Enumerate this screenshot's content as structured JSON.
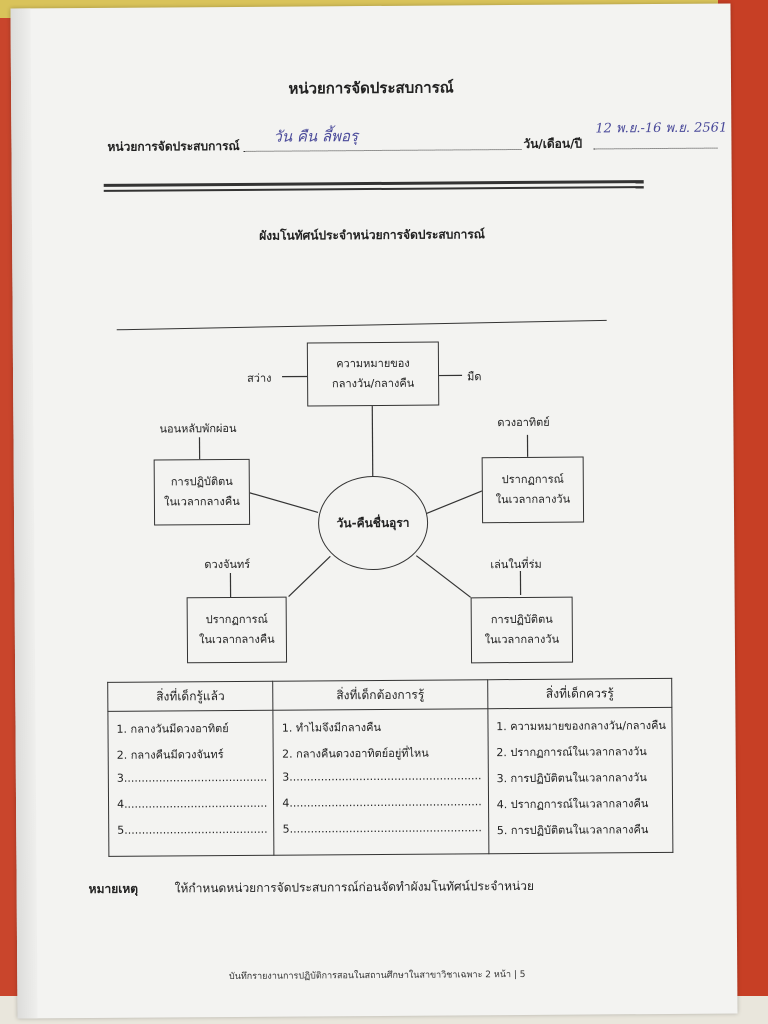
{
  "header": {
    "title": "หน่วยการจัดประสบการณ์",
    "unit_label": "หน่วยการจัดประสบการณ์",
    "unit_value": "วัน คืน ลี้พอรุ",
    "date_label": "วัน/เดือน/ปี",
    "date_value": "12 พ.ย.-16 พ.ย. 2561"
  },
  "subtitle": "ผังมโนทัศน์ประจำหน่วยการจัดประสบการณ์",
  "diagram": {
    "center": "วัน-คืนชื่นอุรา",
    "meaning_box": [
      "ความหมายของ",
      "กลางวัน/กลางคืน"
    ],
    "meaning_left": "สว่าง",
    "meaning_right": "มืด",
    "night_practice_box": [
      "การปฏิบัติตน",
      "ในเวลากลางคืน"
    ],
    "night_practice_leaf": "นอนหลับพักผ่อน",
    "day_phenomena_box": [
      "ปรากฏการณ์",
      "ในเวลากลางวัน"
    ],
    "day_phenomena_leaf": "ดวงอาทิตย์",
    "night_phenomena_box": [
      "ปรากฏการณ์",
      "ในเวลากลางคืน"
    ],
    "night_phenomena_leaf": "ดวงจันทร์",
    "day_practice_box": [
      "การปฏิบัติตน",
      "ในเวลากลางวัน"
    ],
    "day_practice_leaf": "เล่นในที่ร่ม"
  },
  "table": {
    "headers": [
      "สิ่งที่เด็กรู้แล้ว",
      "สิ่งที่เด็กต้องการรู้",
      "สิ่งที่เด็กควรรู้"
    ],
    "columns": [
      [
        "1. กลางวันมีดวงอาทิตย์",
        "2. กลางคืนมีดวงจันทร์",
        "3.........................................",
        "4.........................................",
        "5........................................."
      ],
      [
        "1. ทำไมจึงมีกลางคืน",
        "2. กลางคืนดวงอาทิตย์อยู่ที่ไหน",
        "3.......................................................",
        "4.......................................................",
        "5......................................................."
      ],
      [
        "1. ความหมายของกลางวัน/กลางคืน",
        "2. ปรากฏการณ์ในเวลากลางวัน",
        "3. การปฏิบัติตนในเวลากลางวัน",
        "4. ปรากฏการณ์ในเวลากลางคืน",
        "5. การปฏิบัติตนในเวลากลางคืน"
      ]
    ]
  },
  "note": {
    "label": "หมายเหตุ",
    "text": "ให้กำหนดหน่วยการจัดประสบการณ์ก่อนจัดทำผังมโนทัศน์ประจำหน่วย"
  },
  "footer": "บันทึกรายงานการปฏิบัติการสอนในสถานศึกษาในสาขาวิชาเฉพาะ 2  หน้า | 5"
}
